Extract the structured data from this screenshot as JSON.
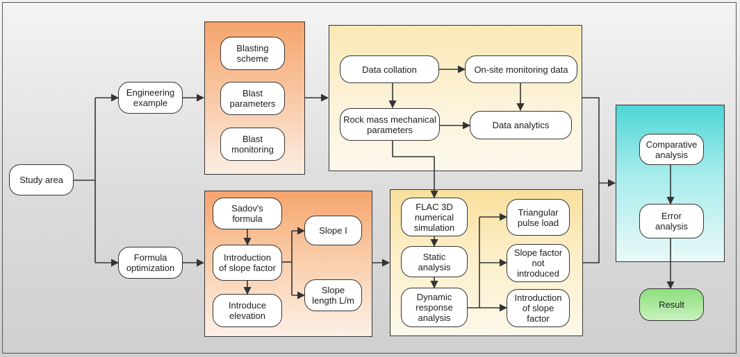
{
  "nodes": {
    "study_area": "Study area",
    "engineering_example": "Engineering\nexample",
    "formula_optimization": "Formula\noptimization",
    "blasting_scheme": "Blasting\nscheme",
    "blast_parameters": "Blast\nparameters",
    "blast_monitoring": "Blast\nmonitoring",
    "data_collation": "Data collation",
    "onsite_monitoring": "On-site monitoring data",
    "rock_mass": "Rock mass mechanical\nparameters",
    "data_analytics": "Data analytics",
    "sadov_formula": "Sadov's\nformula",
    "intro_slope_factor": "Introduction\nof slope factor",
    "intro_elevation": "Introduce\nelevation",
    "slope_i": "Slope I",
    "slope_length": "Slope\nlength L/m",
    "flac": "FLAC 3D\nnumerical\nsimulation",
    "static_analysis": "Static\nanalysis",
    "dynamic_response": "Dynamic\nresponse\nanalysis",
    "triangular_pulse": "Triangular\npulse load",
    "slope_not_introduced": "Slope factor\nnot\nintroduced",
    "intro_slope_factor_2": "Introduction\nof slope\nfactor",
    "comparative": "Comparative\nanalysis",
    "error_analysis": "Error\nanalysis",
    "result": "Result"
  },
  "colors": {
    "orange_panel": "#f6a46c",
    "yellow_panel": "#fbe8b4",
    "cyan_panel": "#4fd6d6",
    "result_green": "#8de07c",
    "line": "#333333"
  }
}
